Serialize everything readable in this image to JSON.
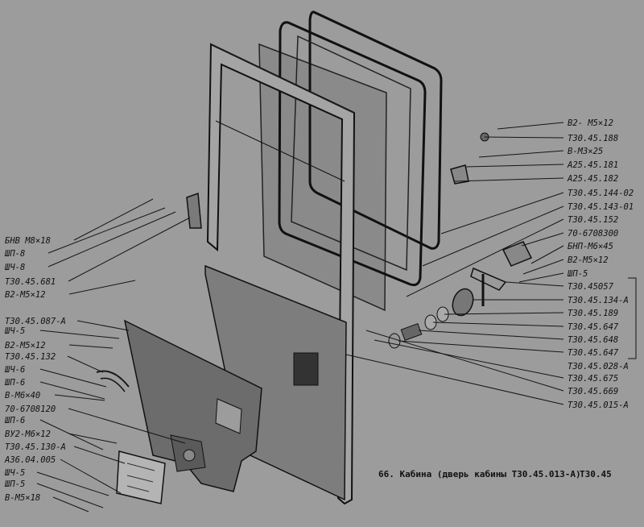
{
  "caption": {
    "title": "66. Кабина (дверь кабины Т30.45.013-А)",
    "code": "Т30.45"
  },
  "labels_right": [
    "В2- М5×12",
    "Т30.45.188",
    "В-М3×25",
    "А25.45.181",
    "А25.45.182",
    "Т30.45.144-02",
    "Т30.45.143-01",
    "Т30.45.152",
    "70-6708300",
    "БНП-М6×45",
    "В2-М5×12",
    "ШП-5",
    "Т30.45057",
    "Т30.45.134-А",
    "Т30.45.189",
    "Т30.45.647",
    "Т30.45.648",
    "Т30.45.647",
    "Т30.45.028-А",
    "Т30.45.675",
    "Т30.45.669",
    "Т30.45.015-А"
  ],
  "labels_left": [
    "БНВ  М8×18",
    "ШП-8",
    "ШЧ-8",
    "Т30.45.681",
    "В2-М5×12",
    "Т30.45.087-А",
    "ШЧ-5",
    "В2-М5×12",
    "Т30.45.132",
    "ШЧ-6",
    "ШП-6",
    "В-М6×40",
    "70-6708120",
    "ШП-6",
    "ВУ2-М6×12",
    "Т30.45.130-А",
    "А36.04.005",
    "ШЧ-5",
    "ШП-5",
    "В-М5×18"
  ]
}
